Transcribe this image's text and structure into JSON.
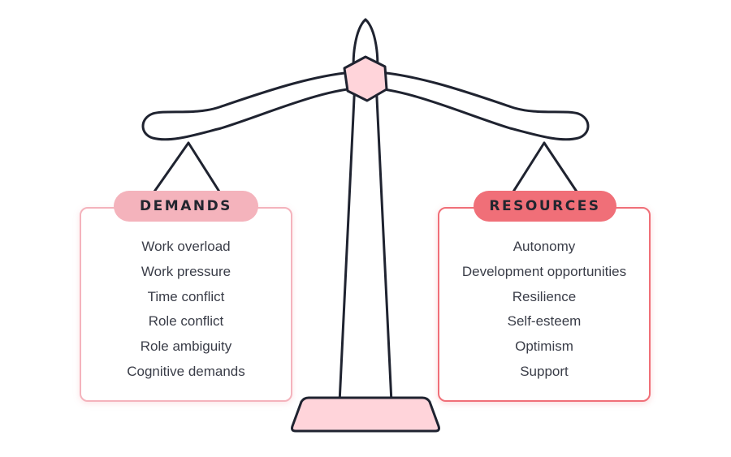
{
  "colors": {
    "outline": "#1f2330",
    "pink_light": "#ffd4da",
    "demands_accent": "#f4b3bc",
    "resources_accent": "#f06f78"
  },
  "demands": {
    "title": "DEMANDS",
    "items": [
      "Work overload",
      "Work pressure",
      "Time conflict",
      "Role conflict",
      "Role ambiguity",
      "Cognitive demands"
    ]
  },
  "resources": {
    "title": "RESOURCES",
    "items": [
      "Autonomy",
      "Development opportunities",
      "Resilience",
      "Self-esteem",
      "Optimism",
      "Support"
    ]
  }
}
